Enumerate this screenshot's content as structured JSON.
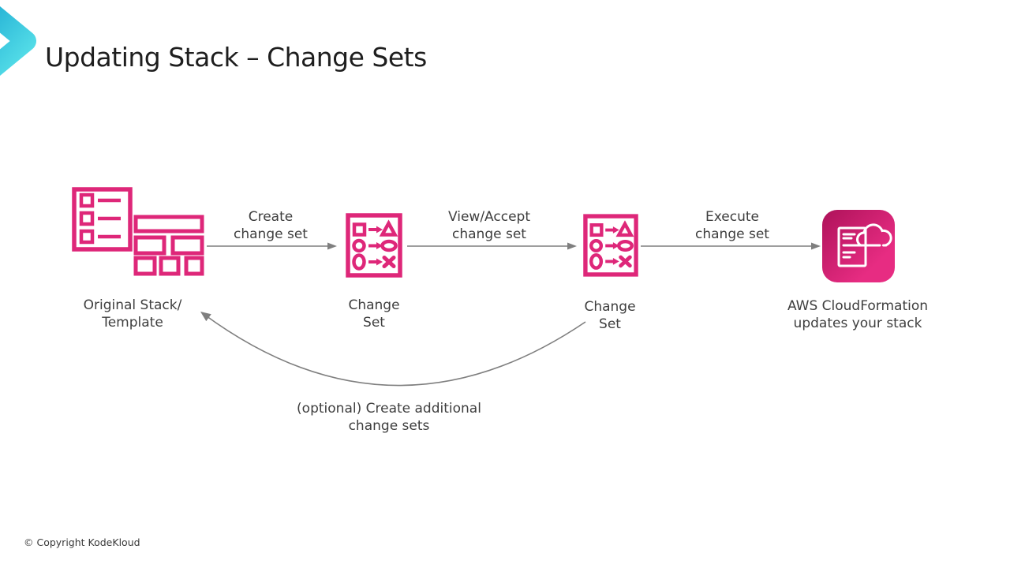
{
  "header": {
    "title": "Updating Stack – Change Sets"
  },
  "footer": {
    "copyright": "© Copyright KodeKloud"
  },
  "colors": {
    "icon_pink": "#DE2779",
    "aws_grad_start": "#AE125A",
    "aws_grad_end": "#E72C82",
    "arrow_gray": "#7F7F7F",
    "text_dark": "#3E3E3E",
    "title_dark": "#1E1E1E",
    "logo_teal_dark": "#22AFD4",
    "logo_teal_light": "#55DEE8"
  },
  "diagram": {
    "nodes": [
      {
        "id": "original-stack",
        "label_line1": "Original Stack/",
        "label_line2": "Template"
      },
      {
        "id": "change-set-1",
        "label_line1": "Change",
        "label_line2": "Set"
      },
      {
        "id": "change-set-2",
        "label_line1": "Change",
        "label_line2": "Set"
      },
      {
        "id": "cloudformation",
        "label_line1": "AWS CloudFormation",
        "label_line2": "updates your stack"
      }
    ],
    "arrows": [
      {
        "id": "create-change-set",
        "label_line1": "Create",
        "label_line2": "change set"
      },
      {
        "id": "view-accept-change-set",
        "label_line1": "View/Accept",
        "label_line2": "change set"
      },
      {
        "id": "execute-change-set",
        "label_line1": "Execute",
        "label_line2": "change set"
      }
    ],
    "optional_note_line1": "(optional) Create additional",
    "optional_note_line2": "change sets"
  }
}
